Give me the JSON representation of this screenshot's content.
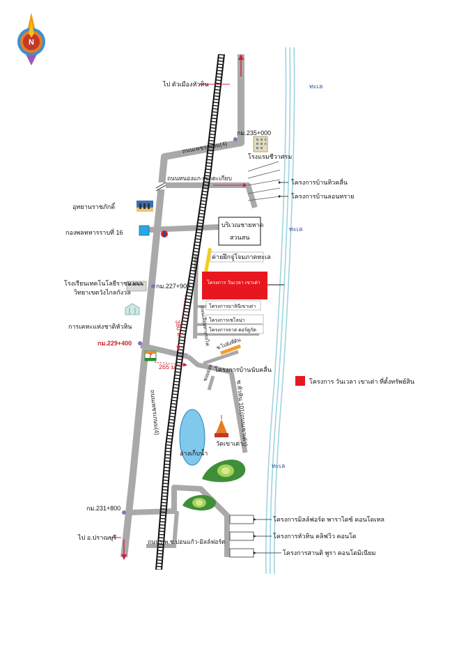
{
  "compass": {
    "letter": "N",
    "icon": "compass-icon"
  },
  "sea_labels": [
    "ทะเล",
    "ทะเล",
    "ทะเล"
  ],
  "roads": {
    "phetkasem_top": "ถนนเพชรเกษม(4)",
    "phetkasem_main": "ถนนเพชรเกษม(4)",
    "nongkae": "ถนนหนองแก-เขาตะเกียบ",
    "soi_101": "ซ.หัวหิน 101(ถนนเขาเต่า)",
    "soi_lower": "ถนนร.พ.ช.บ่อนแก้ว-มิลล์ฟอร์ด",
    "vertical_road": "ถนนเลียบทางรถไฟ"
  },
  "km_markers": {
    "km235": "กม.235+000",
    "km227": "กม.227+900",
    "km229": "กม.229+400",
    "km231": "กม.231+800"
  },
  "directions": {
    "to_huahin": "ไป ตัวเมืองหัวหิน",
    "to_pranburi": "ไป อ.ปราณบุรี"
  },
  "distances": {
    "d380": "380 ม.",
    "d265": "265 ม."
  },
  "places": {
    "hotel": "โรงแรมชีวาศรม",
    "baan_sai_talay": "โครงการบ้านทิวคลื่น",
    "baan_lom": "โครงการบ้านลอนทราย",
    "rajabhakti": "อุทยานราชภักดิ์",
    "infantry": "กองพลทหารราบที่ 16",
    "beach_area_1": "บริเวณชายหาด",
    "beach_area_2": "สวนสน",
    "navy_camp": "ค่ายฝึกจู่โจมภาคทะเล",
    "project_main": "โครงการ วันเวลา เขาเต่า",
    "marini": "โครงการมาลินีเขาเต่า",
    "project_2": "โครงการเซโลน่า",
    "project_3": "โครงการลาส คอร์ดูกัต",
    "tech_school_1": "โรงเรียนเทคโนโลยีราชมงคล",
    "tech_school_2": "วิทยาเขตวังไกลกังวล",
    "agri": "การเคหะแห่งชาติหัวหิน",
    "small_road": "ซ.ไปยังที่ดิน",
    "small_road_2": "ซอยย่อย",
    "baan_nub": "โครงการบ้านนับคลื่น",
    "reservoir": "อ่างเก็บน้ำ",
    "temple": "วัดเขาเต่า",
    "millford": "โครงการมิลล์ฟอร์ด พาราไดซ์ คอนโดเทล",
    "huahin_cliff": "โครงการหัวหิน คลิฟวิว คอนโด",
    "santi_pura": "โครงการสานติ พูรา คอนโดมิเนียม",
    "seven": "7"
  },
  "legend": {
    "label": "โครงการ วันเวลา เขาเต่า ที่ตั้งทรัพย์สิน",
    "color": "#e8171f"
  },
  "colors": {
    "road": "#a9a9a9",
    "rail": "#111111",
    "coast": "#9fd3df",
    "highlight": "#e8171f",
    "direction_arrow": "#d21f3c",
    "lake": "#7fc9ec",
    "hill_dark": "#3f8f3a",
    "hill_light": "#a6d45a"
  }
}
